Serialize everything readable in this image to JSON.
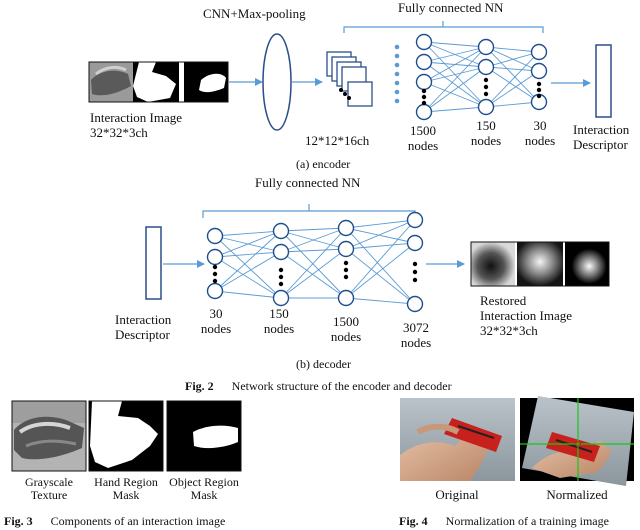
{
  "fig2": {
    "encoder": {
      "cnn_label": "CNN+Max-pooling",
      "fc_label": "Fully connected NN",
      "input_label_line1": "Interaction Image",
      "input_label_line2": "32*32*3ch",
      "feature_label": "12*12*16ch",
      "layers": [
        {
          "count": "1500",
          "unit": "nodes"
        },
        {
          "count": "150",
          "unit": "nodes"
        },
        {
          "count": "30",
          "unit": "nodes"
        }
      ],
      "output_label_line1": "Interaction",
      "output_label_line2": "Descriptor",
      "sub_caption": "(a) encoder"
    },
    "decoder": {
      "fc_label": "Fully connected NN",
      "input_label_line1": "Interaction",
      "input_label_line2": "Descriptor",
      "layers": [
        {
          "count": "30",
          "unit": "nodes"
        },
        {
          "count": "150",
          "unit": "nodes"
        },
        {
          "count": "1500",
          "unit": "nodes"
        },
        {
          "count": "3072",
          "unit": "nodes"
        }
      ],
      "output_label_line1": "Restored",
      "output_label_line2": "Interaction Image",
      "output_label_line3": "32*32*3ch",
      "sub_caption": "(b) decoder"
    },
    "caption_num": "Fig. 2",
    "caption_text": "Network structure of the encoder and decoder"
  },
  "fig3": {
    "labels": [
      {
        "line1": "Grayscale",
        "line2": "Texture"
      },
      {
        "line1": "Hand Region",
        "line2": "Mask"
      },
      {
        "line1": "Object Region",
        "line2": "Mask"
      }
    ],
    "caption_num": "Fig. 3",
    "caption_text": "Components of an interaction image"
  },
  "fig4": {
    "labels": [
      "Original",
      "Normalized"
    ],
    "caption_num": "Fig. 4",
    "caption_text": "Normalization of a training image"
  },
  "colors": {
    "node": "#1f4e8c",
    "edge": "#5b9bd5",
    "dots": "#5b9bd5",
    "box": "#2b4f8a"
  }
}
